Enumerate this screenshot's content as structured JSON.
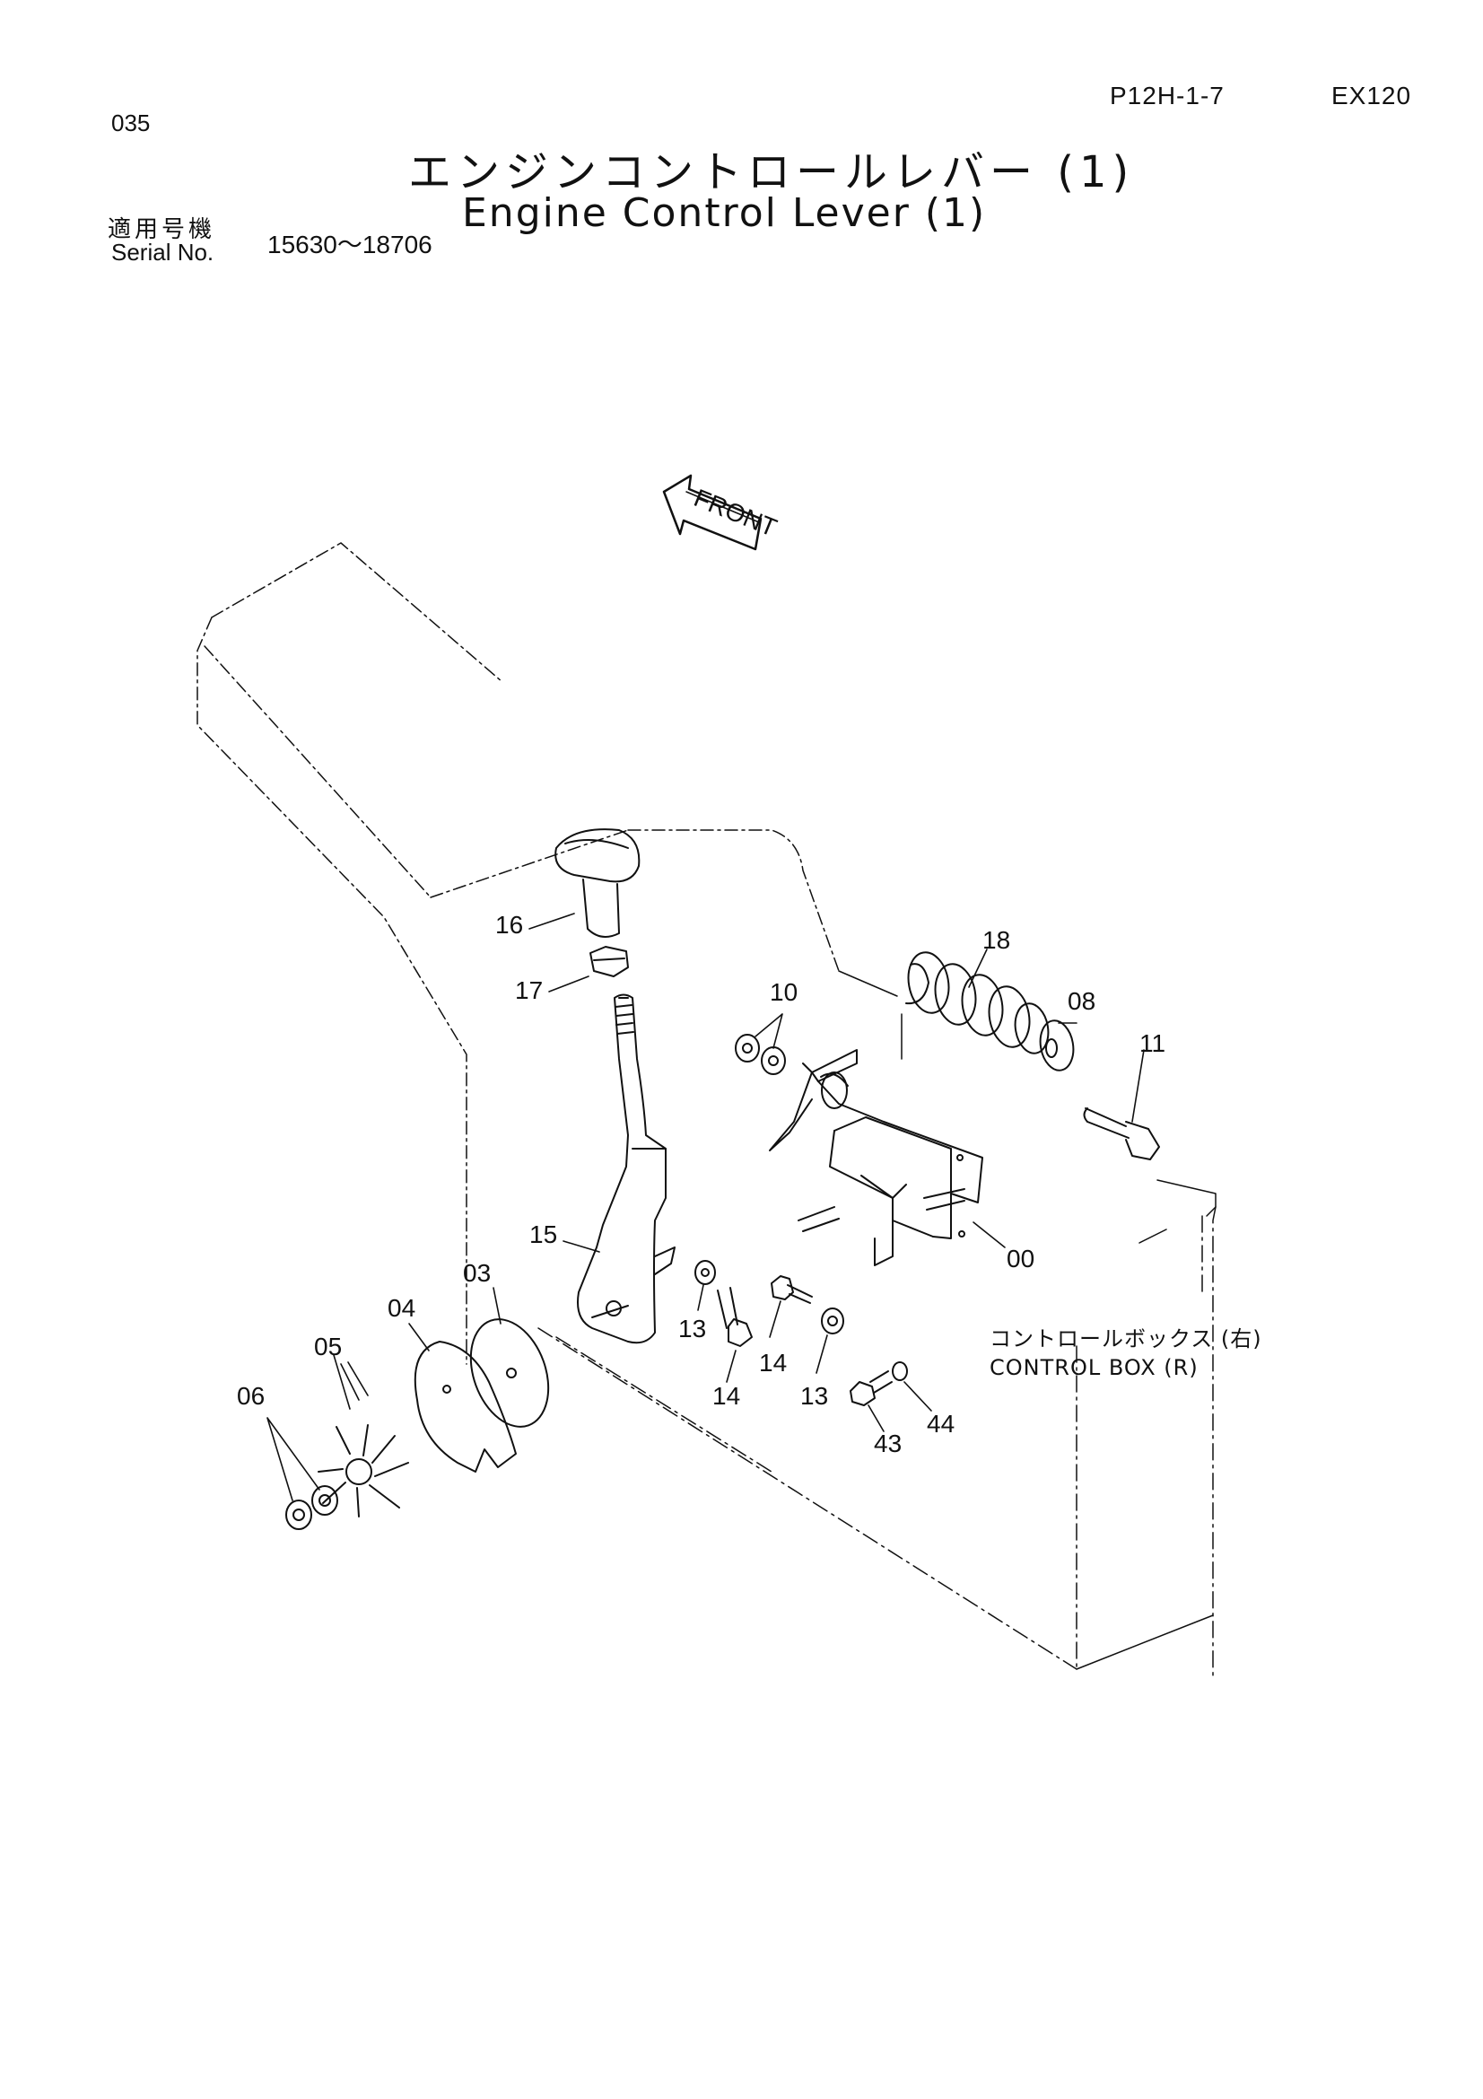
{
  "header": {
    "page_no": "035",
    "ref_code": "P12H-1-7",
    "model": "EX120",
    "title_jp": "エンジンコントロールレバー (1)",
    "title_en": "Engine Control Lever (1)",
    "serial_label_jp": "適用号機",
    "serial_label_en": "Serial No.",
    "serial_range": "15630～18706"
  },
  "diagram": {
    "front_arrow": "FRONT",
    "control_box_jp": "コントロールボックス (右)",
    "control_box_en": "CONTROL BOX (R)",
    "callouts": {
      "p16": "16",
      "p17": "17",
      "p18": "18",
      "p10": "10",
      "p08": "08",
      "p11": "11",
      "p15": "15",
      "p03": "03",
      "p04": "04",
      "p05": "05",
      "p06": "06",
      "p00": "00",
      "p13a": "13",
      "p14a": "14",
      "p14b": "14",
      "p13b": "13",
      "p43": "43",
      "p44": "44"
    }
  }
}
